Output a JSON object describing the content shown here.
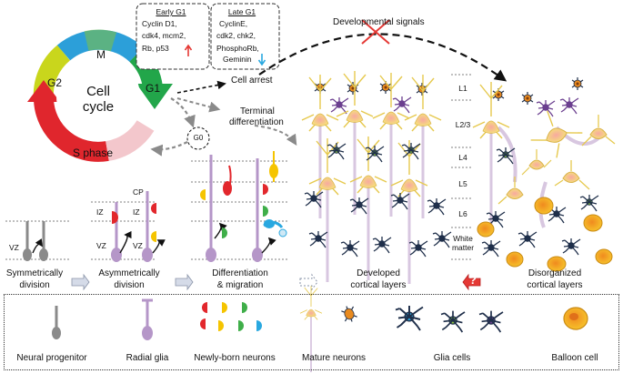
{
  "cell_cycle": {
    "title_line1": "Cell",
    "title_line2": "cycle",
    "phases": {
      "m": "M",
      "g1": "G1",
      "g2": "G2",
      "s": "S phase",
      "g0": "G0"
    },
    "colors": {
      "m": "#2c9fd9",
      "g1": "#22a64a",
      "g2": "#c9d61c",
      "s": "#e0262d"
    }
  },
  "early_g1": {
    "title": "Early G1",
    "lines": [
      "Cyclin D1,",
      "cdk4, mcm2,",
      "Rb, p53"
    ],
    "arrow": "up",
    "arrow_color": "#e53935"
  },
  "late_g1": {
    "title": "Late G1",
    "lines": [
      "CyclinE,",
      "cdk2, chk2,",
      "PhosphoRb,",
      "Geminin"
    ],
    "arrow": "down",
    "arrow_color": "#29a8e0"
  },
  "outcomes": {
    "cell_arrest": "Cell arrest",
    "terminal_line1": "Terminal",
    "terminal_line2": "differentiation",
    "developmental_signals": "Developmental signals"
  },
  "layers": {
    "labels": [
      "L1",
      "L2/3",
      "L4",
      "L5",
      "L6"
    ],
    "white_matter_line1": "White",
    "white_matter_line2": "matter"
  },
  "stages": {
    "vz": "VZ",
    "iz": "IZ",
    "cp": "CP",
    "symmetric_line1": "Symmetrically",
    "symmetric_line2": "division",
    "asymmetric_line1": "Asymmetrically",
    "asymmetric_line2": "division",
    "differentiation_line1": "Differentiation",
    "differentiation_line2": "& migration",
    "developed_line1": "Developed",
    "developed_line2": "cortical layers",
    "disorganized_line1": "Disorganized",
    "disorganized_line2": "cortical layers",
    "question_mark": "?"
  },
  "legend": {
    "neural_progenitor": "Neural progenitor",
    "radial_glia": "Radial glia",
    "newborn_neurons": "Newly-born neurons",
    "mature_neurons": "Mature neurons",
    "glia_cells": "Glia cells",
    "balloon_cell": "Balloon cell"
  },
  "colors": {
    "radial_glia": "#b596c8",
    "progenitor": "#8a8a8a",
    "neuron_red": "#e2272c",
    "neuron_yellow": "#f5c400",
    "neuron_green": "#3fae49",
    "neuron_blue": "#29a8e0",
    "mature_neuron": "#f4d96c",
    "balloon": "#f2b51c",
    "glia_dark": "#1f2f4a",
    "glia_green": "#8cc63f",
    "glia_purple": "#6b3f8f",
    "orange_cell": "#e98a1e",
    "cross": "#e53935"
  }
}
